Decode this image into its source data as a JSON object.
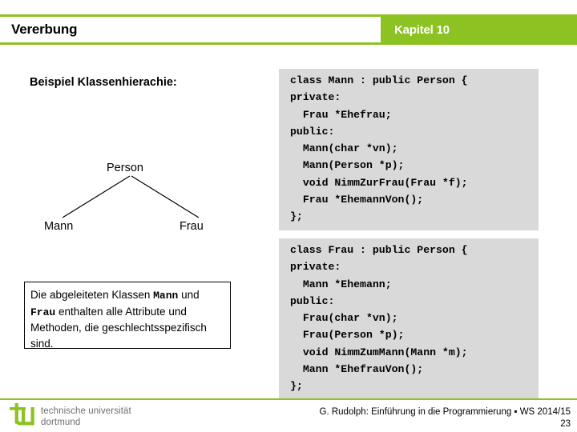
{
  "header": {
    "title": "Vererbung",
    "chapter": "Kapitel 10",
    "accent_color": "#8cc322"
  },
  "left": {
    "section_heading": "Beispiel Klassenhierachie:",
    "tree": {
      "root": "Person",
      "left_child": "Mann",
      "right_child": "Frau"
    },
    "description": {
      "part1": "Die abgeleiteten Klassen ",
      "mono1": "Mann",
      "part2": " und ",
      "mono2": "Frau",
      "part3": " enthalten alle Attribute und Methoden, die geschlechtsspezifisch sind."
    }
  },
  "code_blocks": [
    {
      "name": "class-mann",
      "lines": [
        "class Mann : public Person {",
        "private:",
        "  Frau *Ehefrau;",
        "public:",
        "  Mann(char *vn);",
        "  Mann(Person *p);",
        "  void NimmZurFrau(Frau *f);",
        "  Frau *EhemannVon();",
        "};"
      ]
    },
    {
      "name": "class-frau",
      "lines": [
        "class Frau : public Person {",
        "private:",
        "  Mann *Ehemann;",
        "public:",
        "  Frau(char *vn);",
        "  Frau(Person *p);",
        "  void NimmZumMann(Mann *m);",
        "  Mann *EhefrauVon();",
        "};"
      ]
    }
  ],
  "footer": {
    "logo_line1": "technische universität",
    "logo_line2": "dortmund",
    "credit": "G. Rudolph: Einführung in die Programmierung ▪ WS 2014/15",
    "page_number": "23",
    "logo_color": "#8cc322",
    "logo_text_color": "#6e6e6e"
  }
}
